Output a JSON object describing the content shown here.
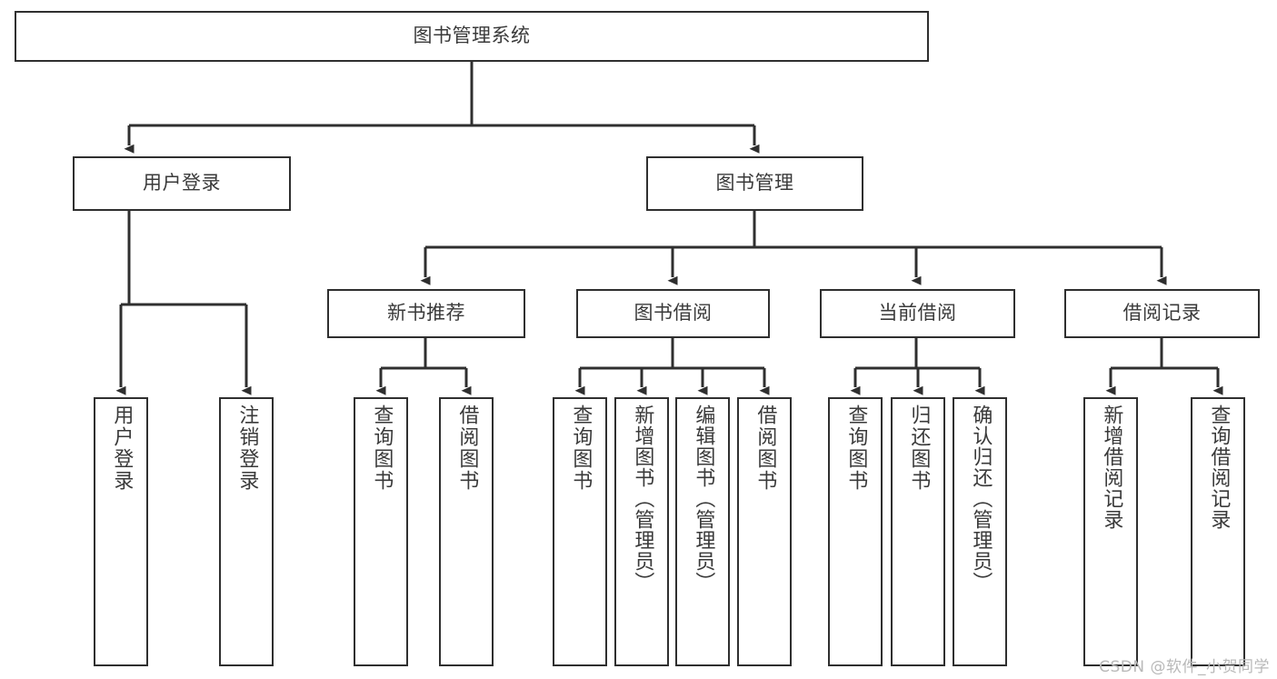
{
  "diagram": {
    "title": "图书管理系统",
    "type": "tree-flowchart",
    "colors": {
      "background": "#ffffff",
      "node_border": "#2f2f2f",
      "node_fill": "#ffffff",
      "edge": "#2f2f2f",
      "text": "#3a3a3a",
      "watermark": "#b9b9b9"
    },
    "root": {
      "id": "root",
      "label": "图书管理系统",
      "orientation": "horizontal"
    },
    "level2": [
      {
        "id": "user-login",
        "label": "用户登录",
        "orientation": "horizontal"
      },
      {
        "id": "book-manage",
        "label": "图书管理",
        "orientation": "horizontal"
      }
    ],
    "level3": [
      {
        "id": "new-book-rec",
        "label": "新书推荐",
        "orientation": "horizontal",
        "parent": "book-manage"
      },
      {
        "id": "book-borrow",
        "label": "图书借阅",
        "orientation": "horizontal",
        "parent": "book-manage"
      },
      {
        "id": "current-borrow",
        "label": "当前借阅",
        "orientation": "horizontal",
        "parent": "book-manage"
      },
      {
        "id": "borrow-record",
        "label": "借阅记录",
        "orientation": "horizontal",
        "parent": "book-manage"
      }
    ],
    "leaves": [
      {
        "id": "leaf-user-login",
        "label": "用户登录",
        "parent": "user-login",
        "orientation": "vertical"
      },
      {
        "id": "leaf-user-logout",
        "label": "注销登录",
        "parent": "user-login",
        "orientation": "vertical"
      },
      {
        "id": "leaf-query-book-1",
        "label": "查询图书",
        "parent": "new-book-rec",
        "orientation": "vertical"
      },
      {
        "id": "leaf-borrow-book-1",
        "label": "借阅图书",
        "parent": "new-book-rec",
        "orientation": "vertical"
      },
      {
        "id": "leaf-query-book-2",
        "label": "查询图书",
        "parent": "book-borrow",
        "orientation": "vertical"
      },
      {
        "id": "leaf-add-book",
        "label": "新增图书（管理员）",
        "parent": "book-borrow",
        "orientation": "vertical"
      },
      {
        "id": "leaf-edit-book",
        "label": "编辑图书（管理员）",
        "parent": "book-borrow",
        "orientation": "vertical"
      },
      {
        "id": "leaf-borrow-book-2",
        "label": "借阅图书",
        "parent": "book-borrow",
        "orientation": "vertical"
      },
      {
        "id": "leaf-query-book-3",
        "label": "查询图书",
        "parent": "current-borrow",
        "orientation": "vertical"
      },
      {
        "id": "leaf-return-book",
        "label": "归还图书",
        "parent": "current-borrow",
        "orientation": "vertical"
      },
      {
        "id": "leaf-confirm-return",
        "label": "确认归还（管理员）",
        "parent": "current-borrow",
        "orientation": "vertical"
      },
      {
        "id": "leaf-add-record",
        "label": "新增借阅记录",
        "parent": "borrow-record",
        "orientation": "vertical"
      },
      {
        "id": "leaf-query-record",
        "label": "查询借阅记录",
        "parent": "borrow-record",
        "orientation": "vertical"
      }
    ]
  },
  "watermark": {
    "text": "CSDN @软件_小贺同学"
  }
}
